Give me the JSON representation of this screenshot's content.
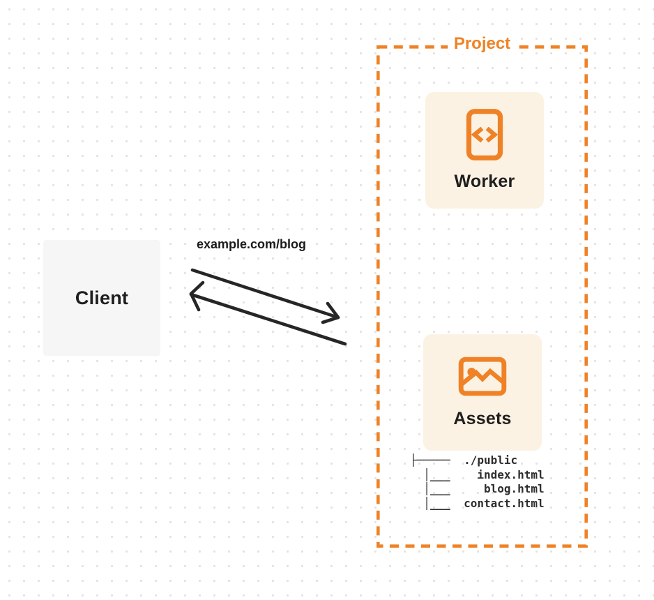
{
  "client": {
    "label": "Client"
  },
  "request": {
    "url_label": "example.com/blog"
  },
  "project": {
    "title": "Project",
    "worker": {
      "label": "Worker",
      "icon": "code-icon"
    },
    "assets": {
      "label": "Assets",
      "icon": "image-icon"
    },
    "file_tree": [
      "├─────  ./public",
      "  │___    index.html",
      "  │___     blog.html",
      "  │___  contact.html"
    ]
  },
  "colors": {
    "accent_orange": "#EF8226",
    "card_background": "#FCF2E4",
    "client_background": "#F6F6F7",
    "arrow_dark": "#262626",
    "text_dark": "#1E1E1E",
    "dot_grid": "#E2E2E2"
  }
}
